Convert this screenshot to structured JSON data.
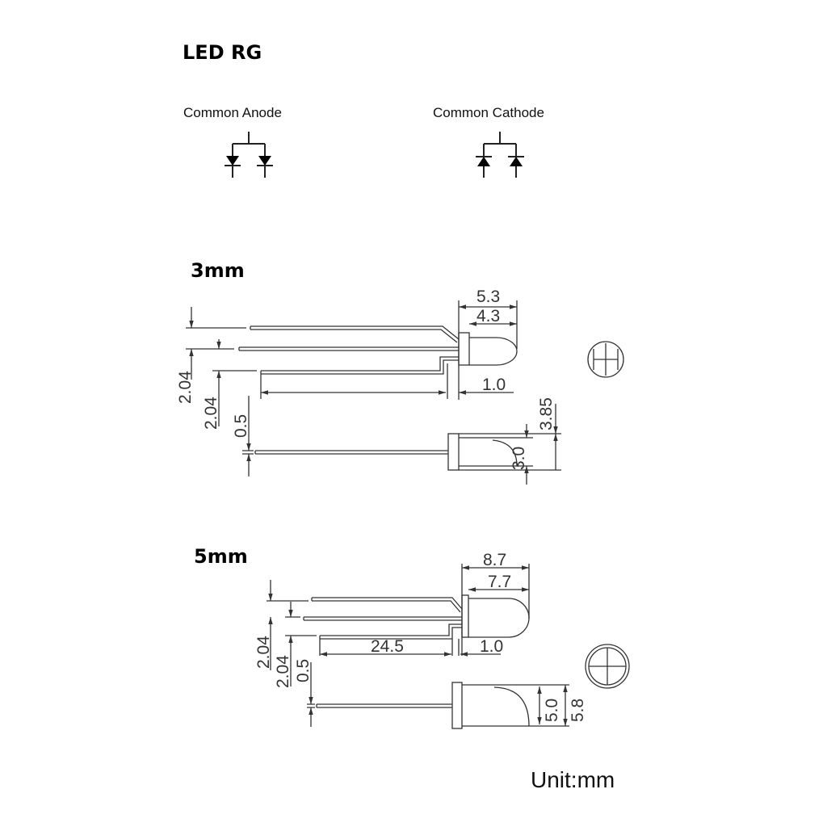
{
  "title": "LED RG",
  "schematics": {
    "anode_label": "Common Anode",
    "cathode_label": "Common Cathode"
  },
  "led_3mm": {
    "heading": "3mm",
    "dims": {
      "overall": "5.3",
      "body": "4.3",
      "flange": "1.0",
      "pitch1": "2.04",
      "pitch2": "2.04",
      "lead": "0.5",
      "diameter": "3.0",
      "flange_diameter": "3.85"
    }
  },
  "led_5mm": {
    "heading": "5mm",
    "dims": {
      "overall": "8.7",
      "body": "7.7",
      "lead_length": "24.5",
      "flange": "1.0",
      "pitch1": "2.04",
      "pitch2": "2.04",
      "lead": "0.5",
      "diameter": "5.0",
      "flange_diameter": "5.8"
    }
  },
  "unit": "Unit:mm"
}
